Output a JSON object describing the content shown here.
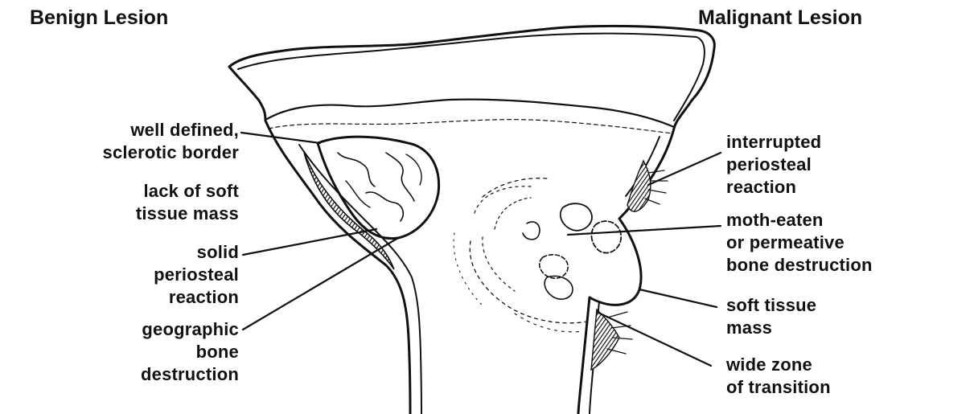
{
  "colors": {
    "ink": "#111111",
    "background": "#ffffff"
  },
  "headings": {
    "benign": "Benign Lesion",
    "malignant": "Malignant Lesion"
  },
  "benign_labels": {
    "border": {
      "line1": "well defined,",
      "line2": "sclerotic border"
    },
    "soft_tissue": {
      "line1": "lack of soft",
      "line2": "tissue mass"
    },
    "periosteal": {
      "line1": "solid",
      "line2": "periosteal",
      "line3": "reaction"
    },
    "destruction": {
      "line1": "geographic",
      "line2": "bone",
      "line3": "destruction"
    }
  },
  "malignant_labels": {
    "periosteal": {
      "line1": "interrupted",
      "line2": "periosteal",
      "line3": "reaction"
    },
    "destruction": {
      "line1": "moth-eaten",
      "line2": "or permeative",
      "line3": "bone destruction"
    },
    "soft_tissue": {
      "line1": "soft tissue",
      "line2": "mass"
    },
    "transition": {
      "line1": "wide zone",
      "line2": "of transition"
    }
  }
}
